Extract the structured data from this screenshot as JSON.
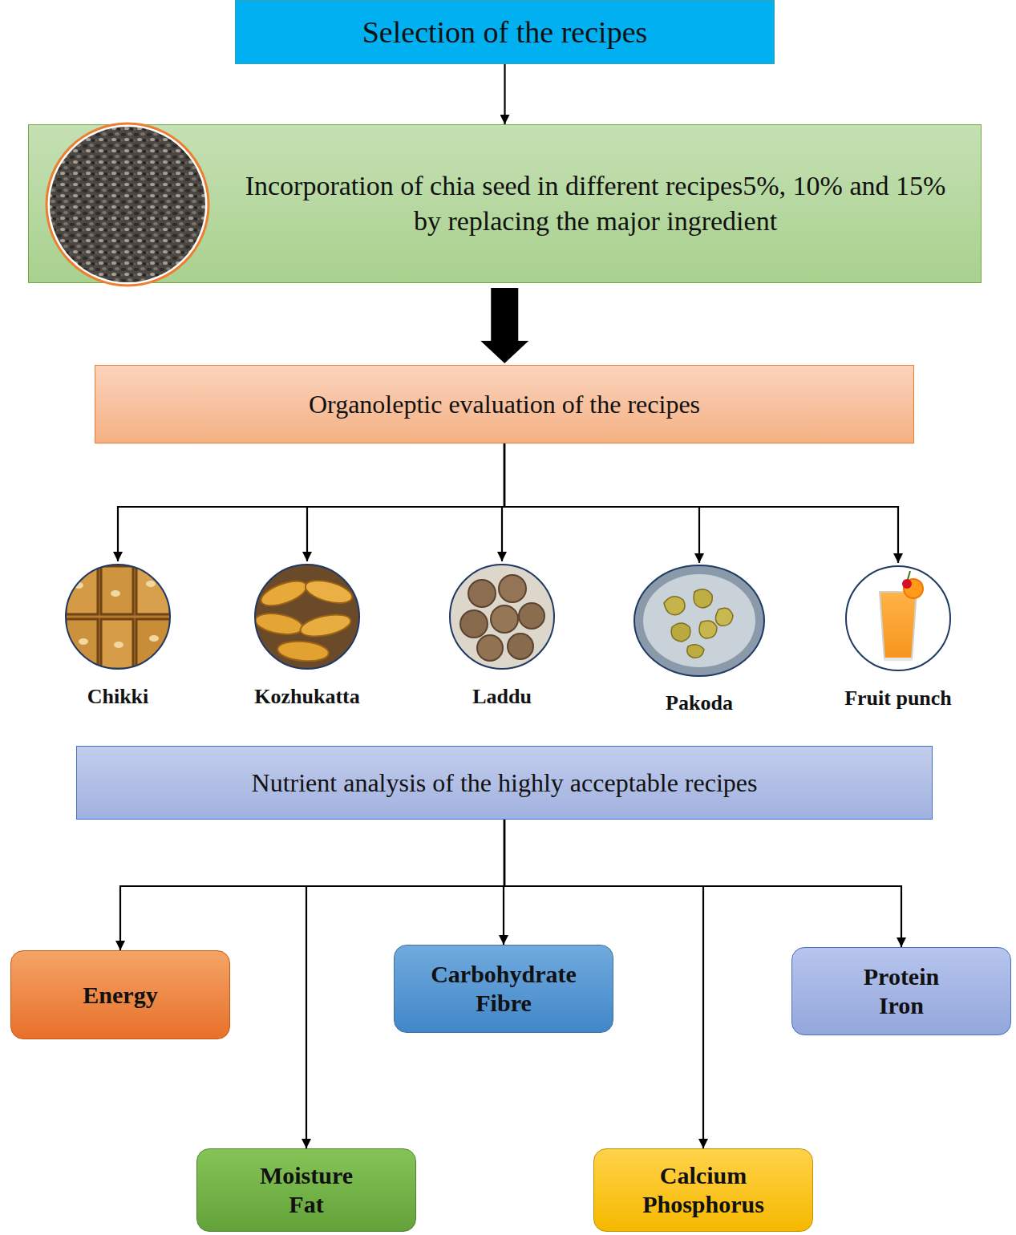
{
  "diagram": {
    "nodes": [
      {
        "text": [
          "Selection of the recipes"
        ]
      },
      {
        "text": [
          "Incorporation of chia seed in different recipes5%, 10% and 15% by replacing the major ingredient"
        ]
      },
      {
        "text": [
          "Organoleptic evaluation of the recipes"
        ]
      },
      {
        "text": [
          "Chikki"
        ]
      },
      {
        "text": [
          "Kozhukatta"
        ]
      },
      {
        "text": [
          "Laddu"
        ]
      },
      {
        "text": [
          "Pakoda"
        ]
      },
      {
        "text": [
          "Fruit punch"
        ]
      },
      {
        "text": [
          "Nutrient analysis of the highly acceptable recipes"
        ]
      },
      {
        "text": [
          "Energy"
        ]
      },
      {
        "text": [
          "Carbohydrate",
          "Fibre"
        ]
      },
      {
        "text": [
          "Protein",
          "Iron"
        ]
      },
      {
        "text": [
          "Moisture",
          "Fat"
        ]
      },
      {
        "text": [
          "Calcium",
          "Phosphorus"
        ]
      }
    ],
    "edges": [
      {
        "from": 0,
        "to": 1,
        "arrow": "to"
      },
      {
        "from": 1,
        "to": 2,
        "arrow": "to"
      },
      {
        "from": 2,
        "to": 3,
        "arrow": "to"
      },
      {
        "from": 2,
        "to": 4,
        "arrow": "to"
      },
      {
        "from": 2,
        "to": 5,
        "arrow": "to"
      },
      {
        "from": 2,
        "to": 6,
        "arrow": "to"
      },
      {
        "from": 2,
        "to": 7,
        "arrow": "to"
      },
      {
        "from": 8,
        "to": 9,
        "arrow": "to"
      },
      {
        "from": 8,
        "to": 10,
        "arrow": "to"
      },
      {
        "from": 8,
        "to": 11,
        "arrow": "to"
      },
      {
        "from": 8,
        "to": 12,
        "arrow": "to"
      },
      {
        "from": 8,
        "to": 13,
        "arrow": "to"
      }
    ]
  }
}
